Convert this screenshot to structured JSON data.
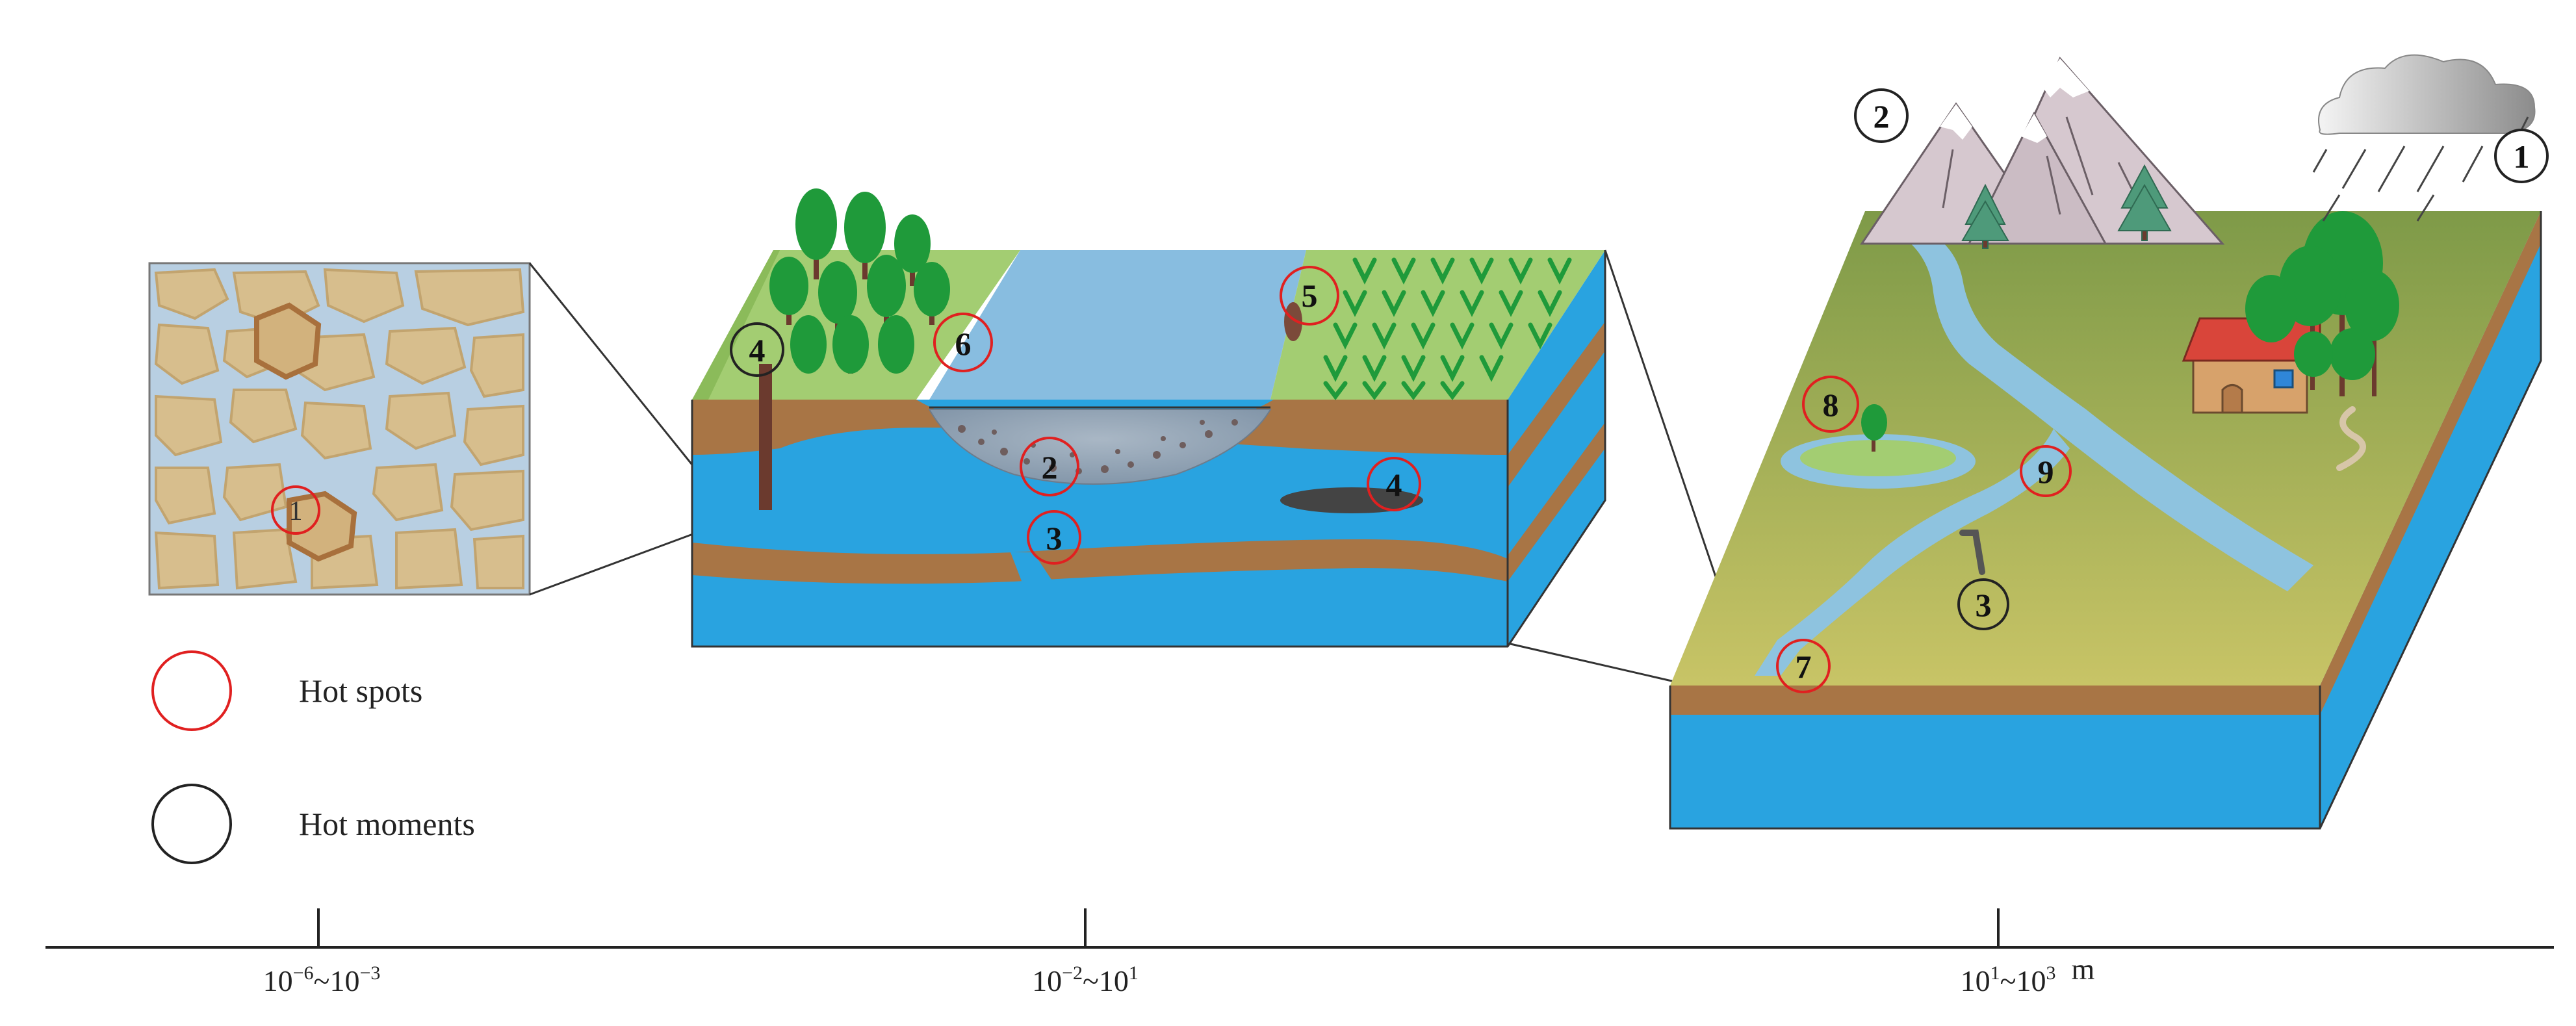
{
  "legend": {
    "hot_spots": "Hot spots",
    "hot_moments": "Hot moments",
    "hot_spots_color": "#e02020",
    "hot_moments_color": "#222222"
  },
  "axis": {
    "ticks": [
      {
        "base1": "10",
        "exp1": "−6",
        "sep": "~",
        "base2": "10",
        "exp2": "−3",
        "unit": ""
      },
      {
        "base1": "10",
        "exp1": "−2",
        "sep": "~",
        "base2": "10",
        "exp2": "1",
        "unit": ""
      },
      {
        "base1": "10",
        "exp1": "1",
        "sep": "~",
        "base2": "10",
        "exp2": "3",
        "unit": "m"
      }
    ]
  },
  "micro_panel": {
    "markers": [
      {
        "label": "1",
        "type": "hot-spot"
      }
    ]
  },
  "soil_panel": {
    "markers": [
      {
        "label": "4",
        "type": "hot-moment"
      },
      {
        "label": "6",
        "type": "hot-spot"
      },
      {
        "label": "5",
        "type": "hot-spot"
      },
      {
        "label": "2",
        "type": "hot-spot"
      },
      {
        "label": "3",
        "type": "hot-spot"
      },
      {
        "label": "4",
        "type": "hot-spot"
      }
    ]
  },
  "landscape_panel": {
    "markers": [
      {
        "label": "2",
        "type": "hot-moment"
      },
      {
        "label": "1",
        "type": "hot-moment"
      },
      {
        "label": "8",
        "type": "hot-spot"
      },
      {
        "label": "9",
        "type": "hot-spot"
      },
      {
        "label": "3",
        "type": "hot-moment"
      },
      {
        "label": "7",
        "type": "hot-spot"
      }
    ]
  },
  "colors": {
    "water": "#29a3e0",
    "soil": "#a87545",
    "grass": "#a3cd72",
    "plain": "#a8b84e",
    "river": "#8ec3df",
    "tree": "#1f9a3a",
    "mountain": "#d6c8cf"
  }
}
